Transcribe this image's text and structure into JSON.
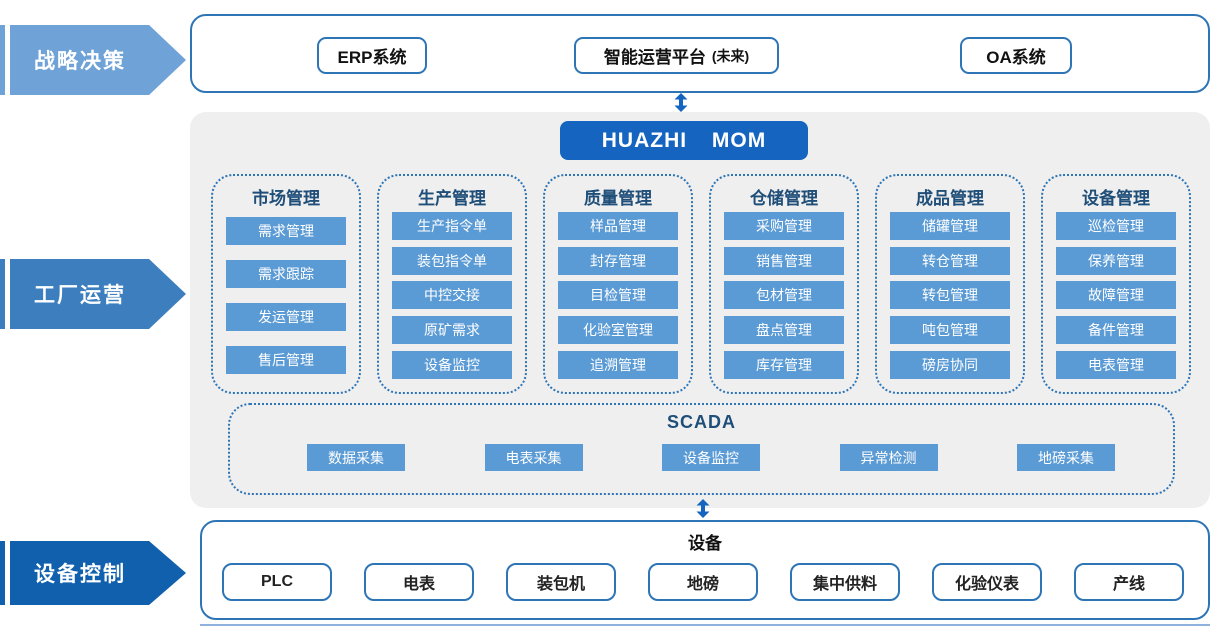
{
  "layers": [
    {
      "label": "战略决策"
    },
    {
      "label": "工厂运营"
    },
    {
      "label": "设备控制"
    }
  ],
  "top_section": {
    "buttons": [
      {
        "label": "ERP系统"
      },
      {
        "label": "智能运营平台",
        "suffix": "(未来)"
      },
      {
        "label": "OA系统"
      }
    ]
  },
  "mom": {
    "title": "HUAZHI MOM",
    "columns": [
      {
        "title": "市场管理",
        "items": [
          "需求管理",
          "需求跟踪",
          "发运管理",
          "售后管理"
        ]
      },
      {
        "title": "生产管理",
        "items": [
          "生产指令单",
          "装包指令单",
          "中控交接",
          "原矿需求",
          "设备监控"
        ]
      },
      {
        "title": "质量管理",
        "items": [
          "样品管理",
          "封存管理",
          "目检管理",
          "化验室管理",
          "追溯管理"
        ]
      },
      {
        "title": "仓储管理",
        "items": [
          "采购管理",
          "销售管理",
          "包材管理",
          "盘点管理",
          "库存管理"
        ]
      },
      {
        "title": "成品管理",
        "items": [
          "储罐管理",
          "转仓管理",
          "转包管理",
          "吨包管理",
          "磅房协同"
        ]
      },
      {
        "title": "设备管理",
        "items": [
          "巡检管理",
          "保养管理",
          "故障管理",
          "备件管理",
          "电表管理"
        ]
      }
    ]
  },
  "scada": {
    "title": "SCADA",
    "items": [
      "数据采集",
      "电表采集",
      "设备监控",
      "异常检测",
      "地磅采集"
    ]
  },
  "devices": {
    "title": "设备",
    "items": [
      "PLC",
      "电表",
      "装包机",
      "地磅",
      "集中供料",
      "化验仪表",
      "产线"
    ]
  },
  "colors": {
    "layer_light_blue": "#6FA2D6",
    "layer_mid_blue": "#3D7EBF",
    "layer_dark_blue": "#1160AE",
    "chip_blue": "#5B9BD5",
    "border_blue": "#2E75B6",
    "title_navy": "#1F4E79",
    "panel_gray": "#EFEFEF",
    "mom_header_blue": "#1565C0"
  }
}
